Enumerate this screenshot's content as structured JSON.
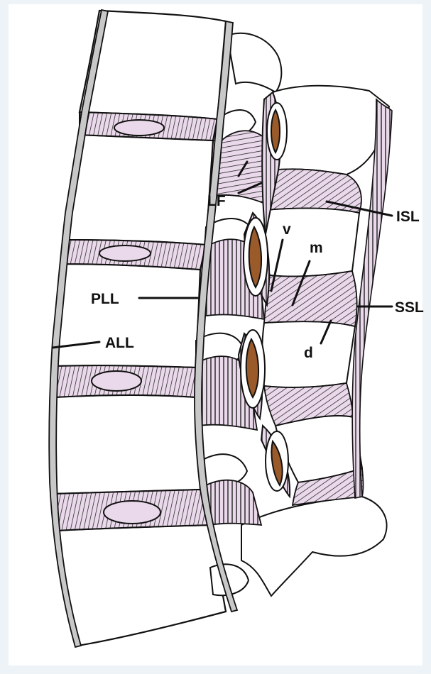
{
  "labels": {
    "lf": "LF",
    "isl": "ISL",
    "v": "v",
    "m": "m",
    "pll": "PLL",
    "ssl": "SSL",
    "all": "ALL",
    "d": "d"
  },
  "colors": {
    "background": "#eef3f8",
    "panel": "#ffffff",
    "ligament": "#ead9ea",
    "longitudinal": "#c8c8c8",
    "fat": "#9a5a2a",
    "outline": "#111111"
  }
}
